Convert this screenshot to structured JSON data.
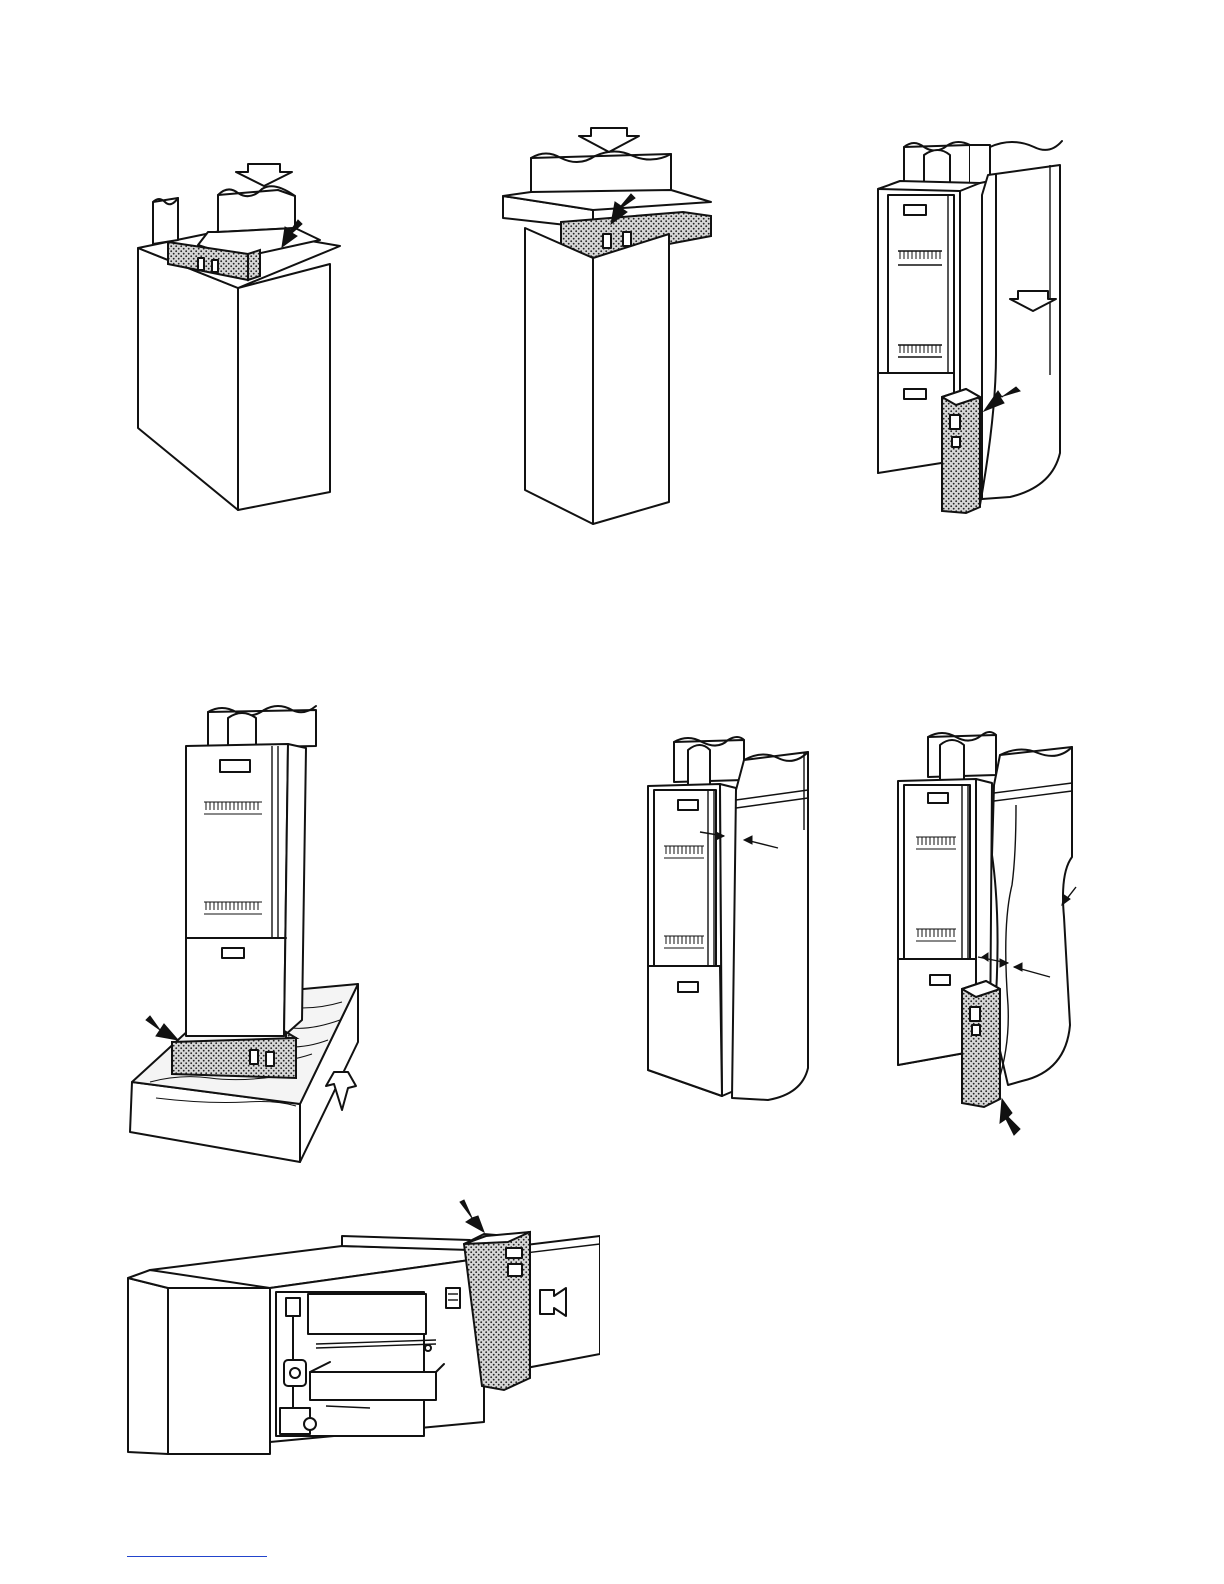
{
  "figures": [
    {
      "id": "fig-1",
      "subject": "top-duct-box-furnace"
    },
    {
      "id": "fig-2",
      "subject": "plenum-collar-furnace"
    },
    {
      "id": "fig-3",
      "subject": "side-return-upflow"
    },
    {
      "id": "fig-4",
      "subject": "base-platform-furnace"
    },
    {
      "id": "fig-5",
      "subject": "clearance-gap-furnace"
    },
    {
      "id": "fig-6",
      "subject": "curved-return-furnace"
    },
    {
      "id": "fig-7",
      "subject": "horizontal-unit"
    }
  ],
  "colors": {
    "ink": "#111111",
    "paper": "#ffffff",
    "rule": "#2244cc"
  }
}
